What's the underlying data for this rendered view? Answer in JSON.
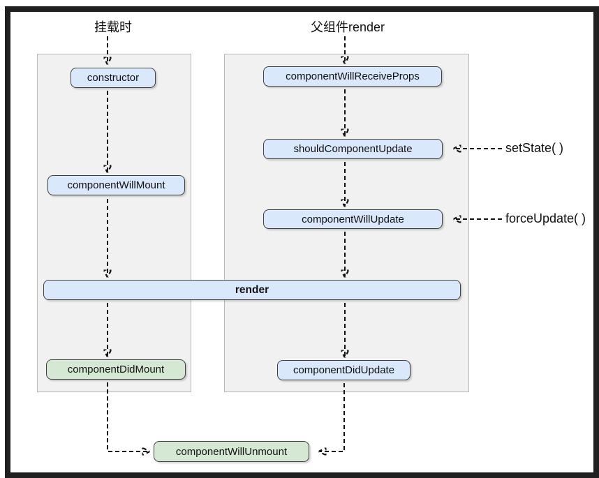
{
  "diagram": {
    "columns": {
      "mount": {
        "title": "挂载时"
      },
      "update": {
        "title": "父组件render"
      }
    },
    "nodes": {
      "constructor": "constructor",
      "componentWillMount": "componentWillMount",
      "componentDidMount": "componentDidMount",
      "componentWillReceiveProps": "componentWillReceiveProps",
      "shouldComponentUpdate": "shouldComponentUpdate",
      "componentWillUpdate": "componentWillUpdate",
      "render": "render",
      "componentDidUpdate": "componentDidUpdate",
      "componentWillUnmount": "componentWillUnmount"
    },
    "side_labels": {
      "set_state": "setState( )",
      "force_update": "forceUpdate( )"
    },
    "colors": {
      "node_fill_blue": "#dae8fc",
      "node_fill_green": "#d5e8d4",
      "node_border": "#3f3f3f",
      "panel_fill": "#f1f1f1",
      "panel_border": "#b8b8b8",
      "frame": "#202020",
      "arrow": "#111111"
    }
  }
}
